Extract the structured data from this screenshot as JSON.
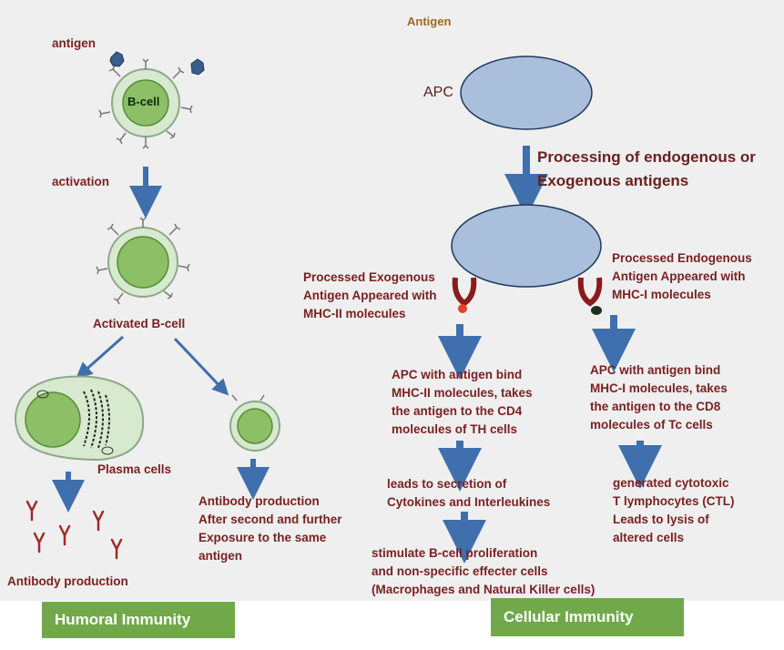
{
  "top_label": "Antigen",
  "humoral": {
    "antigen_label": "antigen",
    "bcell_label": "B-cell",
    "activation_label": "activation",
    "activated_label": "Activated B-cell",
    "plasma_label": "Plasma cells",
    "antibody_production_label": "Antibody production",
    "memory_text": "Antibody production\nAfter second and further\nExposure to the same\nantigen",
    "section_label": "Humoral Immunity"
  },
  "cellular": {
    "apc_label": "APC",
    "processing_text": "Processing of endogenous or\nExogenous antigens",
    "exogenous_text": "Processed Exogenous\nAntigen Appeared with\nMHC-II molecules",
    "endogenous_text": "Processed Endogenous\nAntigen Appeared with\nMHC-I molecules",
    "cd4_text": "APC with antigen bind\nMHC-II molecules, takes\nthe antigen to the CD4\nmolecules of TH cells",
    "cd8_text": "APC with antigen bind\nMHC-I molecules, takes\nthe antigen to the CD8\nmolecules of Tc cells",
    "cytokines_text": "leads to secretion of\nCytokines and Interleukines",
    "ctl_text": "generated cytotoxic\nT lymphocytes (CTL)\nLeads to lysis of\naltered cells",
    "stimulate_text": "stimulate B-cell proliferation\nand non-specific effecter cells\n(Macrophages and Natural Killer cells)",
    "section_label": "Cellular Immunity"
  },
  "colors": {
    "arrow_blue": "#3f6fad",
    "apc_fill": "#a9bfdc",
    "cell_green": "#8cbf66",
    "text_maroon": "#7a2121",
    "green_box": "#71a94a",
    "antibody_red": "#a02a2a"
  }
}
